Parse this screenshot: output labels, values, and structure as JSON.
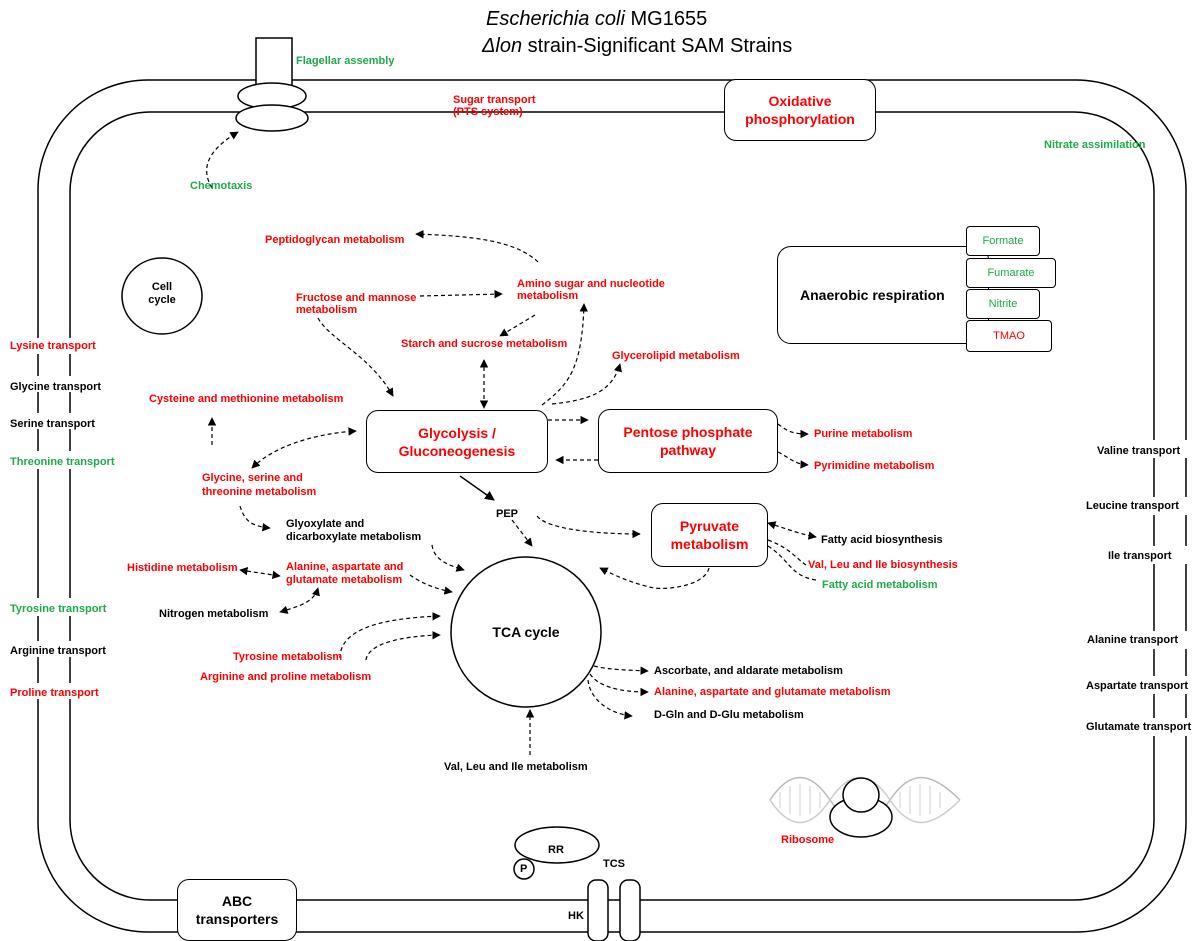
{
  "title": {
    "organism": "Escherichia coli",
    "strain_id": "MG1655",
    "delta": "Δ",
    "gene": "lon",
    "rest": " strain-Significant SAM Strains"
  },
  "colors": {
    "upregulated": "#ff0000",
    "downregulated": "#1faa4a",
    "neutral": "#000000"
  },
  "membrane": {
    "flagellar": "Flagellar assembly",
    "chemotaxis": "Chemotaxis",
    "sugar_transport": "Sugar transport",
    "pts": "(PTS system)",
    "oxphos_line1": "Oxidative",
    "oxphos_line2": "phosphorylation",
    "nitrate": "Nitrate assimilation",
    "abc_line1": "ABC",
    "abc_line2": "transporters",
    "hk": "HK",
    "tcs": "TCS",
    "rr": "RR",
    "p": "P"
  },
  "left_transport": {
    "lysine": "Lysine transport",
    "glycine": "Glycine transport",
    "serine": "Serine transport",
    "threonine": "Threonine transport",
    "tyrosine": "Tyrosine transport",
    "arginine": "Arginine transport",
    "proline": "Proline transport"
  },
  "right_transport": {
    "valine": "Valine transport",
    "leucine": "Leucine transport",
    "ile": "Ile transport",
    "alanine": "Alanine transport",
    "aspartate": "Aspartate transport",
    "glutamate": "Glutamate transport"
  },
  "cell_cycle": {
    "line1": "Cell",
    "line2": "cycle"
  },
  "anaerobic": {
    "label": "Anaerobic respiration",
    "formate": "Formate",
    "fumarate": "Fumarate",
    "nitrite": "Nitrite",
    "tmao": "TMAO"
  },
  "pathways": {
    "peptidoglycan": "Peptidoglycan metabolism",
    "amino_sugar_1": "Amino sugar and nucleotide",
    "amino_sugar_2": "metabolism",
    "fructose_1": "Fructose and mannose",
    "fructose_2": "metabolism",
    "starch": "Starch and sucrose metabolism",
    "glycerolipid": "Glycerolipid metabolism",
    "cysteine": "Cysteine and methionine metabolism",
    "glycolysis_1": "Glycolysis /",
    "glycolysis_2": "Gluconeogenesis",
    "ppp_1": "Pentose phosphate",
    "ppp_2": "pathway",
    "purine": "Purine metabolism",
    "pyrimidine": "Pyrimidine metabolism",
    "glycine_1": "Glycine, serine and",
    "glycine_2": "threonine metabolism",
    "glyoxylate_1": "Glyoxylate and",
    "glyoxylate_2": "dicarboxylate metabolism",
    "pep": "PEP",
    "pyruvate_1": "Pyruvate",
    "pyruvate_2": "metabolism",
    "fatty_bio": "Fatty acid biosynthesis",
    "val_leu_bio": "Val, Leu and Ile biosynthesis",
    "fatty_met": "Fatty acid metabolism",
    "histidine": "Histidine metabolism",
    "alanine_1": "Alanine, aspartate and",
    "alanine_2": "glutamate metabolism",
    "nitrogen": "Nitrogen metabolism",
    "tca": "TCA cycle",
    "tyrosine_met": "Tyrosine metabolism",
    "arginine_met": "Arginine and proline metabolism",
    "ascorbate": "Ascorbate, and aldarate metabolism",
    "alanine_full": "Alanine, aspartate and glutamate metabolism",
    "dgln": "D-Gln and D-Glu metabolism",
    "val_leu_met": "Val, Leu and Ile metabolism",
    "ribosome": "Ribosome"
  }
}
